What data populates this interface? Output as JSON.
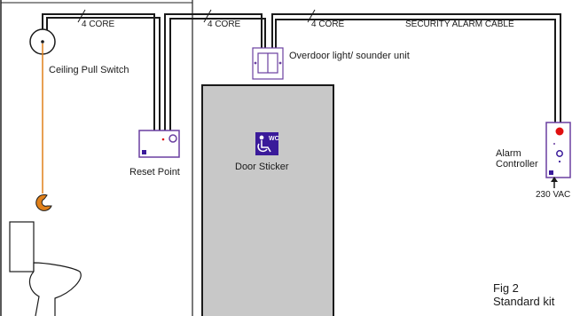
{
  "labels": {
    "core_1": "4 CORE",
    "core_2": "4 CORE",
    "core_3": "4 CORE",
    "security_cable": "SECURITY ALARM CABLE",
    "ceiling_pull_switch": "Ceiling Pull Switch",
    "reset_point": "Reset Point",
    "overdoor_unit": "Overdoor light/ sounder unit",
    "door_sticker": "Door Sticker",
    "wc_badge": "WC",
    "alarm_controller_line1": "Alarm",
    "alarm_controller_line2": "Controller",
    "supply": "230 VAC",
    "fig_line1": "Fig 2",
    "fig_line2": "Standard kit"
  },
  "colors": {
    "wire": "#1a1a1a",
    "pull_cord": "#e0801a",
    "device_border": "#6a3fa0",
    "badge_fill": "#3a1a9a",
    "door_fill": "#c8c8c8",
    "alarm_red": "#e01010"
  }
}
